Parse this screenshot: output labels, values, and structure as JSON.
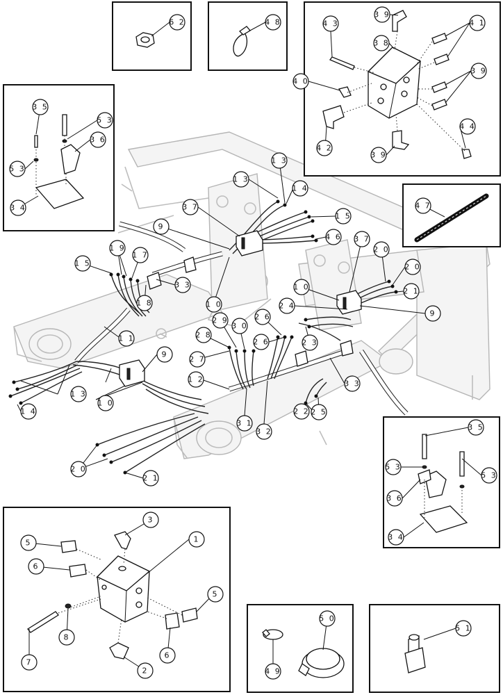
{
  "callouts": {
    "c62": "6 2",
    "c48": "4 8",
    "c39a": "3 9",
    "c41": "4 1",
    "c43": "4 3",
    "c38": "3 8",
    "c40": "4 0",
    "c39b": "3 9",
    "c42": "4 2",
    "c39c": "3 9",
    "c44": "4 4",
    "c35a": "3 5",
    "c53a": "5 3",
    "c36a": "3 6",
    "c53b": "5 3",
    "c34a": "3 4",
    "c47": "4 7",
    "c13a": "1 3",
    "c13b": "1 3",
    "c14a": "1 4",
    "c15a": "1 5",
    "c46": "4 6",
    "c37a": "3 7",
    "c9a": "9",
    "c19": "1 9",
    "c17": "1 7",
    "c15b": "1 5",
    "c33a": "3 3",
    "c18": "1 8",
    "c10a": "1 0",
    "c11": "1 1",
    "c37b": "3 7",
    "c20a": "2 0",
    "c20b": "2 0",
    "c21a": "2 1",
    "c10b": "1 0",
    "c24": "2 4",
    "c9b": "9",
    "c29": "2 9",
    "c30": "3 0",
    "c26a": "2 6",
    "c28": "2 8",
    "c26b": "2 6",
    "c23": "2 3",
    "c27": "2 7",
    "c9c": "9",
    "c12": "1 2",
    "c13c": "1 3",
    "c10c": "1 0",
    "c14b": "1 4",
    "c33b": "3 3",
    "c22": "2 2",
    "c25": "2 5",
    "c31": "3 1",
    "c32": "3 2",
    "c20c": "2 0",
    "c21b": "2 1",
    "c35b": "3 5",
    "c53c": "5 3",
    "c53d": "5 3",
    "c36b": "3 6",
    "c34b": "3 4",
    "c3": "3",
    "c1": "1",
    "c5a": "5",
    "c6a": "6",
    "c5b": "5",
    "c8": "8",
    "c7": "7",
    "c2": "2",
    "c6b": "6",
    "c50": "5 0",
    "c49": "4 9",
    "c51": "5 1"
  }
}
